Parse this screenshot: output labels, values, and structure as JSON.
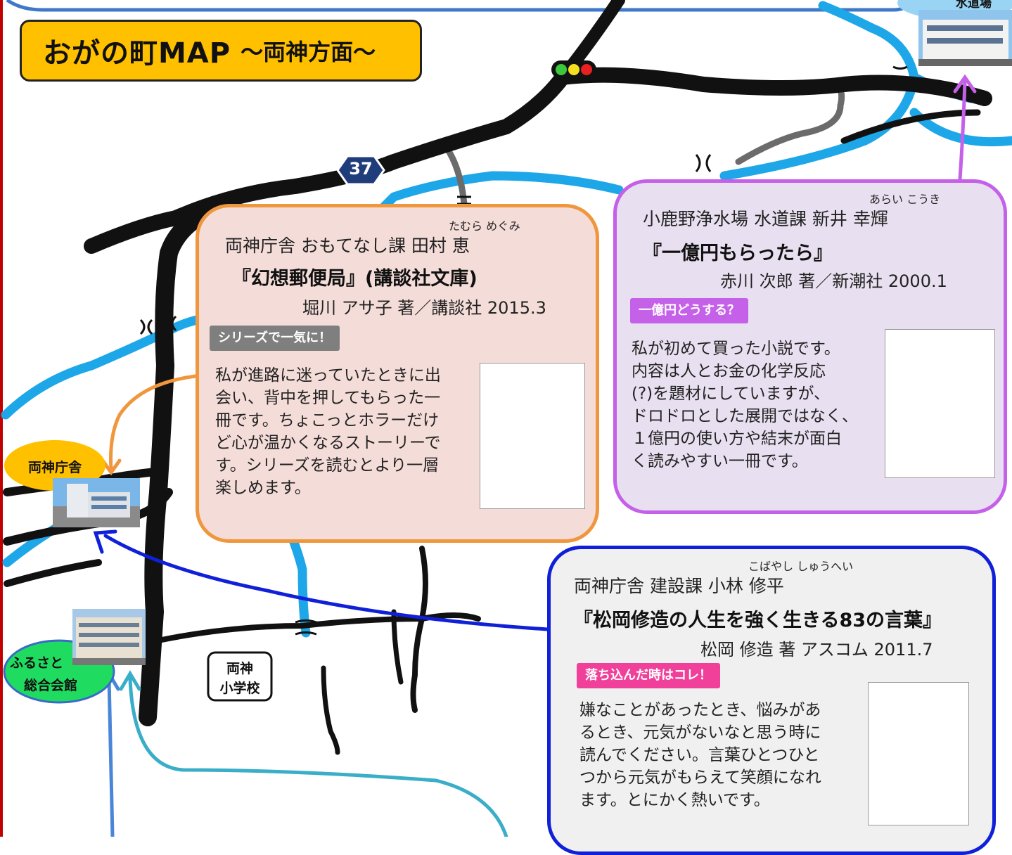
{
  "title": {
    "main": "おがの町MAP",
    "sub": "～両神方面～"
  },
  "route_number": "37",
  "places": {
    "office": "両神庁舎",
    "hall_line1": "ふるさと",
    "hall_line2": "総合会館",
    "school_line1": "両神",
    "school_line2": "小学校",
    "water_plant": "水道場"
  },
  "cards": [
    {
      "dept": "両神庁舎 おもてなし課 田村 恵",
      "ruby": "たむら めぐみ",
      "book": "『幻想郵便局』(講談社文庫)",
      "author": "堀川 アサ子 著／講談社 2015.3",
      "tag": "シリーズで一気に！",
      "comment_lines": [
        "私が進路に迷っていたときに出",
        "会い、背中を押してもらった一",
        "冊です。ちょこっとホラーだけ",
        "ど心が温かくなるストーリーで",
        "す。シリーズを読むとより一層",
        "楽しめます。"
      ],
      "colors": {
        "border": "#f0963c",
        "fill": "#f4dcd8",
        "tag": "#7f7f7f"
      }
    },
    {
      "dept": "小鹿野浄水場 水道課 新井 幸輝",
      "ruby": "あらい こうき",
      "book": "『一億円もらったら』",
      "author": "赤川 次郎 著／新潮社 2000.1",
      "tag": "一億円どうする？",
      "comment_lines": [
        "私が初めて買った小説です。",
        "内容は人とお金の化学反応",
        "(?)を題材にしていますが、",
        "ドロドロとした展開ではなく、",
        "１億円の使い方や結末が面白",
        "く読みやすい一冊です。"
      ],
      "colors": {
        "border": "#c560e8",
        "fill": "#e8e0f0",
        "tag": "#c560e8"
      }
    },
    {
      "dept": "両神庁舎 建設課 小林 修平",
      "ruby": "こばやし しゅうへい",
      "book": "『松岡修造の人生を強く生きる83の言葉』",
      "author": "松岡 修造 著 アスコム 2011.7",
      "tag": "落ち込んだ時はコレ！",
      "comment_lines": [
        "嫌なことがあったとき、悩みがあ",
        "るとき、元気がないなと思う時に",
        "読んでください。言葉ひとつひと",
        "つから元気がもらえて笑顔になれ",
        "ます。とにかく熱いです。"
      ],
      "colors": {
        "border": "#1020d8",
        "fill": "#f0f0f0",
        "tag": "#f0409a"
      }
    }
  ]
}
